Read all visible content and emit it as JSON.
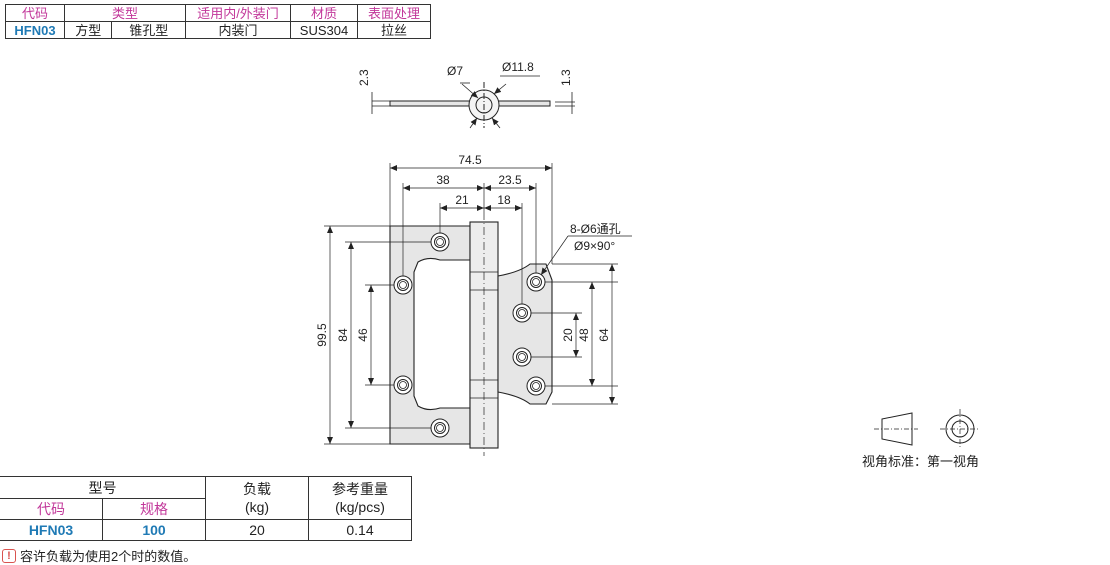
{
  "spec_table": {
    "headers": [
      "代码",
      "类型",
      "适用内/外装门",
      "材质",
      "表面处理"
    ],
    "code": "HFN03",
    "type_a": "方型",
    "type_b": "锥孔型",
    "door": "内装门",
    "material": "SUS304",
    "finish": "拉丝"
  },
  "top_view": {
    "dim_left": "2.3",
    "dim_d1": "Ø7",
    "dim_d2": "Ø11.8",
    "dim_right": "1.3"
  },
  "front_view": {
    "dim_overall_width": "74.5",
    "dim_left_width": "38",
    "dim_right_width": "23.5",
    "dim_left_inner": "21",
    "dim_right_inner": "18",
    "hole_note_1": "8-Ø6通孔",
    "hole_note_2": "Ø9×90°",
    "dim_height": "99.5",
    "dim_84": "84",
    "dim_46": "46",
    "dim_20": "20",
    "dim_48": "48",
    "dim_64": "64"
  },
  "view_symbol": {
    "label": "视角标准：第一视角"
  },
  "model_table": {
    "model_header": "型号",
    "code_header": "代码",
    "spec_header": "规格",
    "load_header": "负载",
    "load_unit": "(kg)",
    "weight_header": "参考重量",
    "weight_unit": "(kg/pcs)",
    "code": "HFN03",
    "spec": "100",
    "load": "20",
    "weight": "0.14"
  },
  "note": {
    "icon": "warning-icon",
    "text": "容许负载为使用2个时的数值。"
  },
  "colors": {
    "header_magenta": "#c2379a",
    "code_blue": "#1f7ab5",
    "line": "#222222",
    "fill": "#e6e6e6"
  }
}
